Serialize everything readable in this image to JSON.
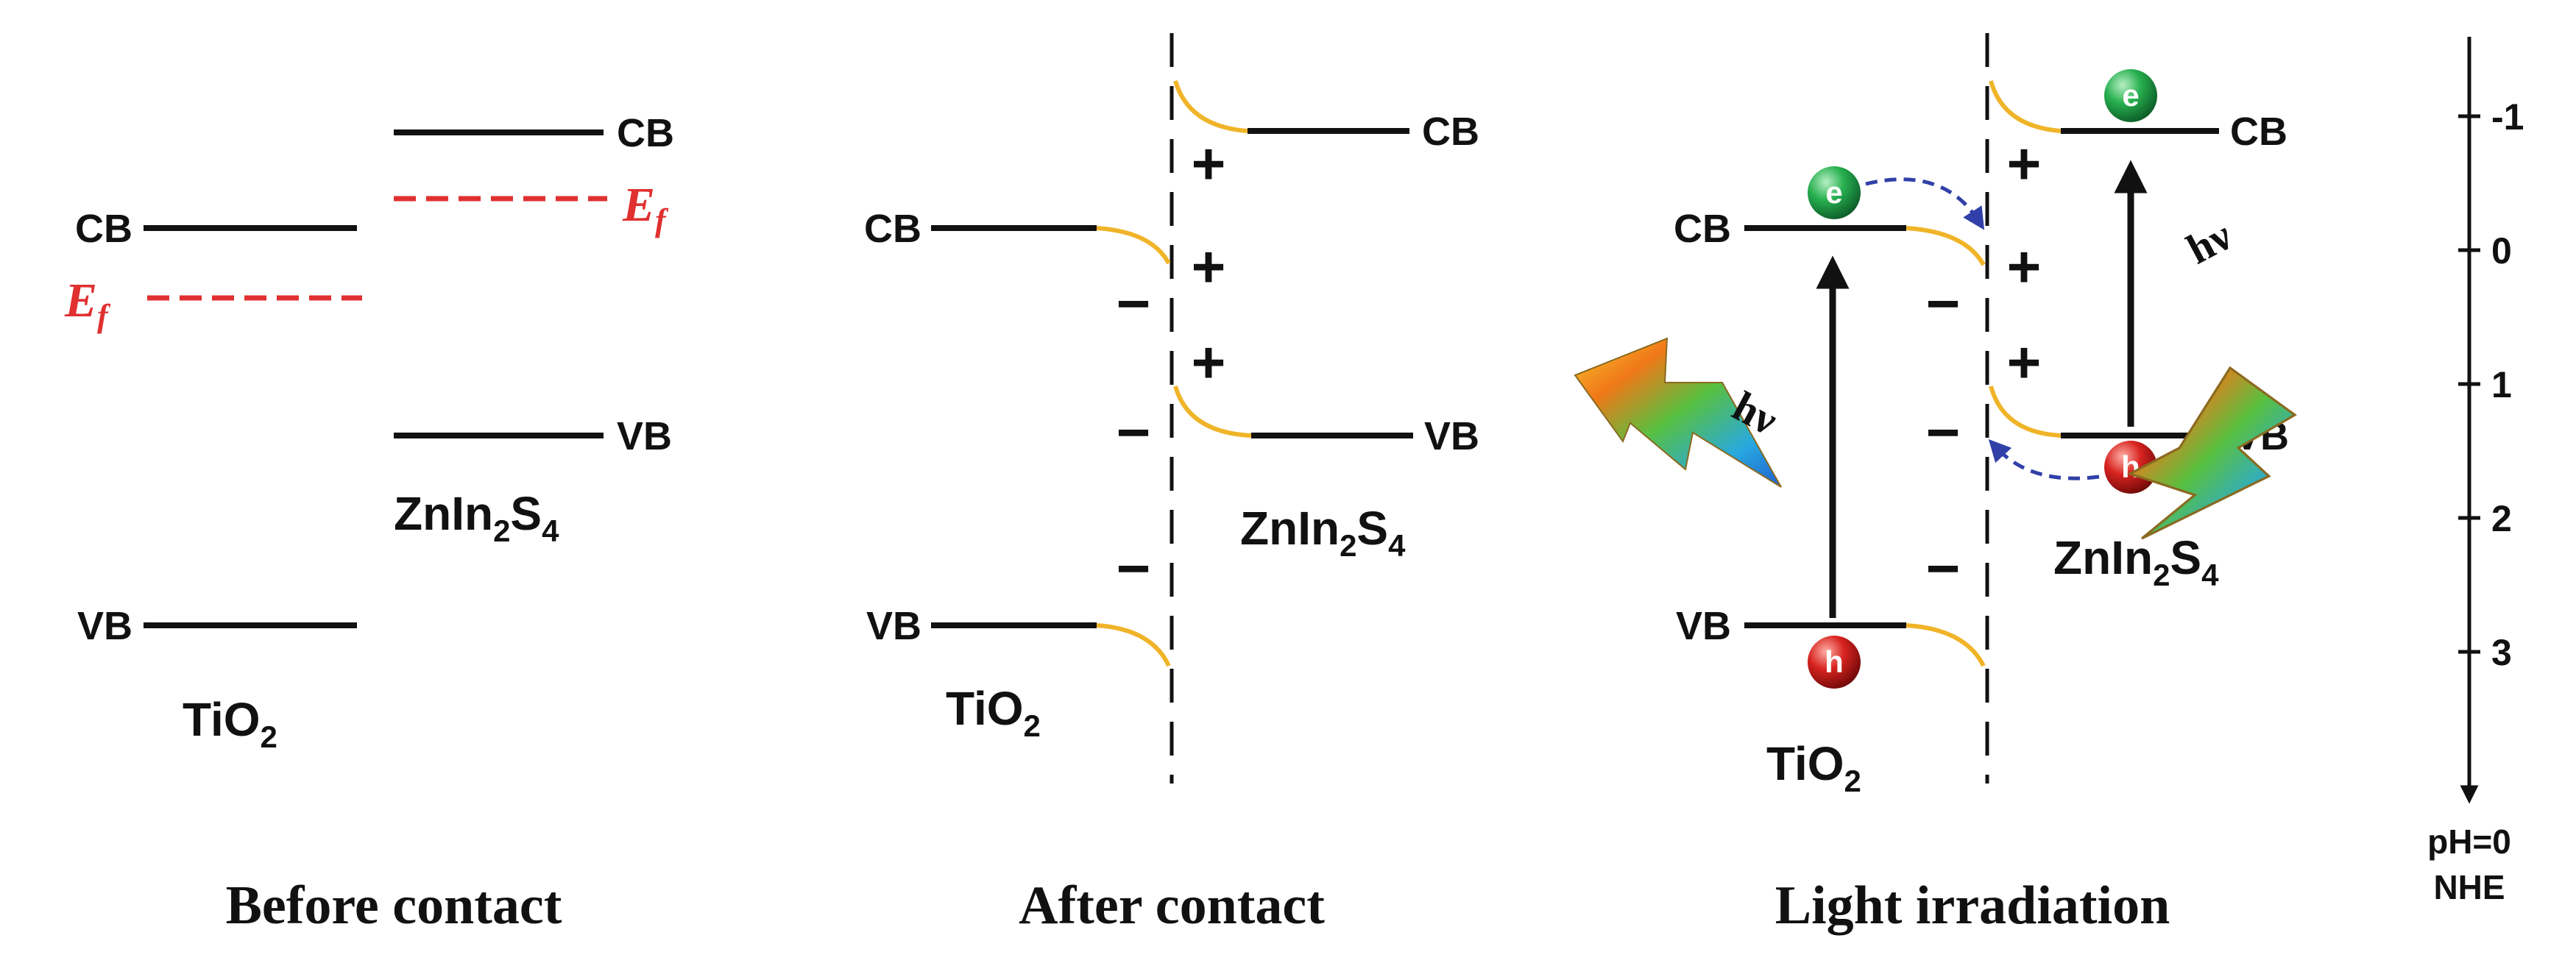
{
  "colors": {
    "level": "#111111",
    "fermi": "#e03030",
    "plus": "#e02020",
    "minus": "#e02020",
    "bend": "#f0b429",
    "arrow": "#111111",
    "transfer": "#3040a8",
    "electron": "#1ea84a",
    "hole": "#d42020"
  },
  "icons": {
    "electron": "electron-sphere-icon",
    "hole": "hole-sphere-icon",
    "light": "lightning-bolt-icon"
  },
  "panels": {
    "before": {
      "caption": "Before contact",
      "tio2": {
        "name_main": "TiO",
        "name_sub": "2",
        "cb": "CB",
        "vb": "VB"
      },
      "znin2s4": {
        "name_main": "ZnIn",
        "name_sub1": "2",
        "name_mid": "S",
        "name_sub2": "4",
        "cb": "CB",
        "vb": "VB"
      },
      "fermi_tio2": {
        "symbol": "E",
        "sub": "f"
      },
      "fermi_znin2s4": {
        "symbol": "E",
        "sub": "f"
      }
    },
    "after": {
      "caption": "After contact",
      "tio2": {
        "name_main": "TiO",
        "name_sub": "2",
        "cb": "CB",
        "vb": "VB"
      },
      "znin2s4": {
        "name_main": "ZnIn",
        "name_sub1": "2",
        "name_mid": "S",
        "name_sub2": "4",
        "cb": "CB",
        "vb": "VB"
      },
      "plus_sign": "+",
      "minus_sign": "−"
    },
    "light": {
      "caption": "Light irradiation",
      "tio2": {
        "name_main": "TiO",
        "name_sub": "2",
        "cb": "CB",
        "vb": "VB"
      },
      "znin2s4": {
        "name_main": "ZnIn",
        "name_sub1": "2",
        "name_mid": "S",
        "name_sub2": "4",
        "cb": "CB",
        "vb": "VB"
      },
      "electron": "e",
      "hole": "h",
      "photon": "hν",
      "plus_sign": "+",
      "minus_sign": "−"
    }
  },
  "scale": {
    "ticks": [
      "-1",
      "0",
      "1",
      "2",
      "3"
    ],
    "reference_line1": "pH=0",
    "reference_line2": "NHE"
  }
}
